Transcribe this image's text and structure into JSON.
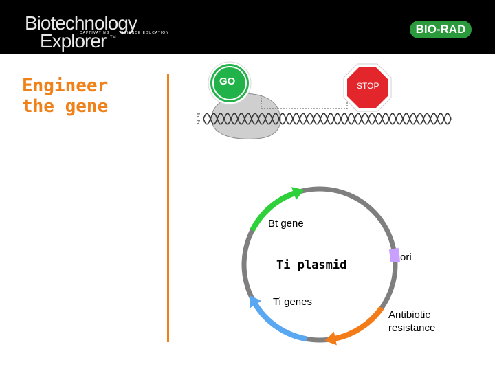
{
  "header": {
    "logo_line1": "Biotechnology",
    "logo_line2": "Explorer",
    "logo_tm": "TM",
    "tagline_left": "CAPTIVATING",
    "tagline_right": "SCIENCE EDUCATION",
    "brand": "BIO-RAD"
  },
  "title": {
    "line1": "Engineer",
    "line2": "the gene"
  },
  "signs": {
    "go": "GO",
    "stop": "STOP"
  },
  "plasmid": {
    "name": "Ti plasmid",
    "labels": {
      "bt_gene": "Bt gene",
      "ori": "ori",
      "ti_genes": "Ti genes",
      "antibiotic_1": "Antibiotic",
      "antibiotic_2": "resistance"
    }
  },
  "colors": {
    "accent": "#f08018",
    "header_bg": "#000000",
    "brand_green": "#2a9a3c",
    "go_green": "#22b24a",
    "stop_red": "#e3262c",
    "backbone": "#7f7f7f",
    "bt_segment": "#2fd13a",
    "ori_segment": "#c8a0ff",
    "antibiotic_segment": "#f47c18",
    "ti_genes_segment": "#5aa8f2"
  },
  "icons": {
    "promoter": "go-sign-icon",
    "terminator": "stop-sign-icon",
    "polymerase": "rna-polymerase-icon",
    "dna": "dna-helix-icon"
  }
}
